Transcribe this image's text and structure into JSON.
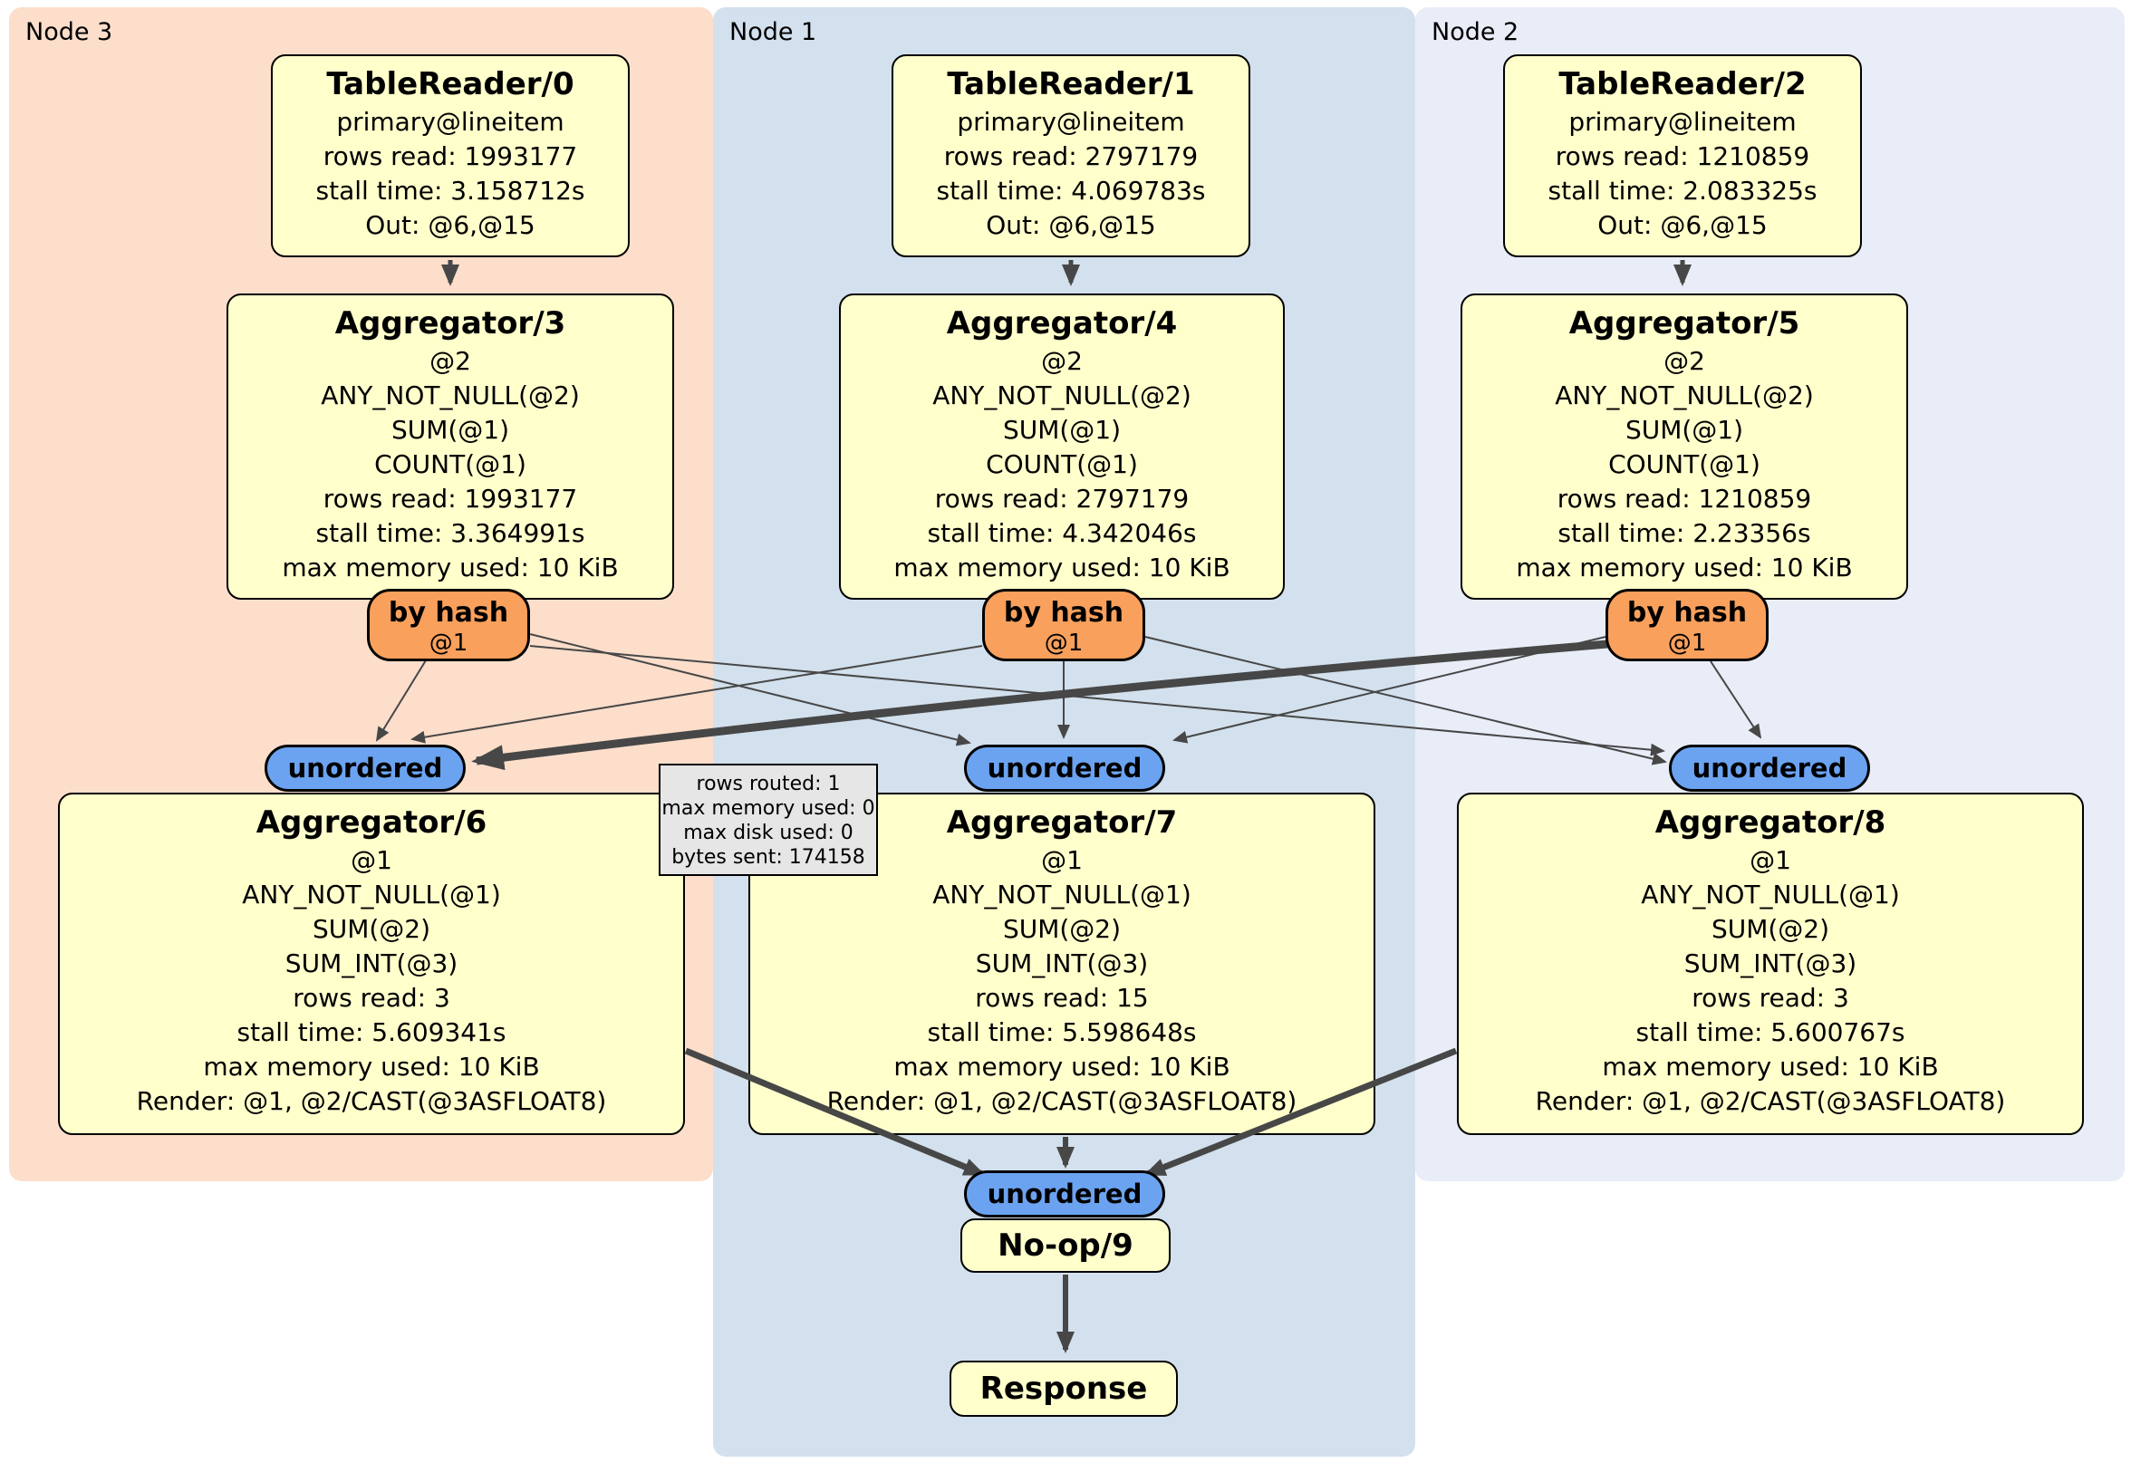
{
  "node_groups": [
    {
      "label": "Node 3"
    },
    {
      "label": "Node 1"
    },
    {
      "label": "Node 2"
    }
  ],
  "boxes": {
    "readers": [
      {
        "title": "TableReader/0",
        "lines": [
          "primary@lineitem",
          "rows read: 1993177",
          "stall time: 3.158712s",
          "Out: @6,@15"
        ]
      },
      {
        "title": "TableReader/1",
        "lines": [
          "primary@lineitem",
          "rows read: 2797179",
          "stall time: 4.069783s",
          "Out: @6,@15"
        ]
      },
      {
        "title": "TableReader/2",
        "lines": [
          "primary@lineitem",
          "rows read: 1210859",
          "stall time: 2.083325s",
          "Out: @6,@15"
        ]
      }
    ],
    "hash_aggregators": [
      {
        "title": "Aggregator/3",
        "lines": [
          "@2",
          "ANY_NOT_NULL(@2)",
          "SUM(@1)",
          "COUNT(@1)",
          "rows read: 1993177",
          "stall time: 3.364991s",
          "max memory used: 10 KiB"
        ]
      },
      {
        "title": "Aggregator/4",
        "lines": [
          "@2",
          "ANY_NOT_NULL(@2)",
          "SUM(@1)",
          "COUNT(@1)",
          "rows read: 2797179",
          "stall time: 4.342046s",
          "max memory used: 10 KiB"
        ]
      },
      {
        "title": "Aggregator/5",
        "lines": [
          "@2",
          "ANY_NOT_NULL(@2)",
          "SUM(@1)",
          "COUNT(@1)",
          "rows read: 1210859",
          "stall time: 2.23356s",
          "max memory used: 10 KiB"
        ]
      }
    ],
    "final_aggregators": [
      {
        "title": "Aggregator/6",
        "lines": [
          "@1",
          "ANY_NOT_NULL(@1)",
          "SUM(@2)",
          "SUM_INT(@3)",
          "rows read: 3",
          "stall time: 5.609341s",
          "max memory used: 10 KiB",
          "Render: @1, @2/CAST(@3ASFLOAT8)"
        ]
      },
      {
        "title": "Aggregator/7",
        "lines": [
          "@1",
          "ANY_NOT_NULL(@1)",
          "SUM(@2)",
          "SUM_INT(@3)",
          "rows read: 15",
          "stall time: 5.598648s",
          "max memory used: 10 KiB",
          "Render: @1, @2/CAST(@3ASFLOAT8)"
        ]
      },
      {
        "title": "Aggregator/8",
        "lines": [
          "@1",
          "ANY_NOT_NULL(@1)",
          "SUM(@2)",
          "SUM_INT(@3)",
          "rows read: 3",
          "stall time: 5.600767s",
          "max memory used: 10 KiB",
          "Render: @1, @2/CAST(@3ASFLOAT8)"
        ]
      }
    ],
    "noop": {
      "title": "No-op/9"
    },
    "response": {
      "title": "Response"
    }
  },
  "routers": [
    {
      "title": "by hash",
      "detail": "@1"
    },
    {
      "title": "by hash",
      "detail": "@1"
    },
    {
      "title": "by hash",
      "detail": "@1"
    }
  ],
  "streams": {
    "label": "unordered"
  },
  "edge_tooltip": {
    "lines": [
      "rows routed: 1",
      "max memory used: 0",
      "max disk used: 0",
      "bytes sent: 174158"
    ]
  },
  "colors": {
    "node3_bg": "#fcdecb",
    "node1_bg": "#d3e0ed",
    "node2_bg": "#e9edf8",
    "box_bg": "#ffffcc",
    "router_bg": "#f9a05c",
    "stream_bg": "#6ba3f1",
    "tooltip_bg": "#e6e6e6",
    "edge": "#474747"
  }
}
